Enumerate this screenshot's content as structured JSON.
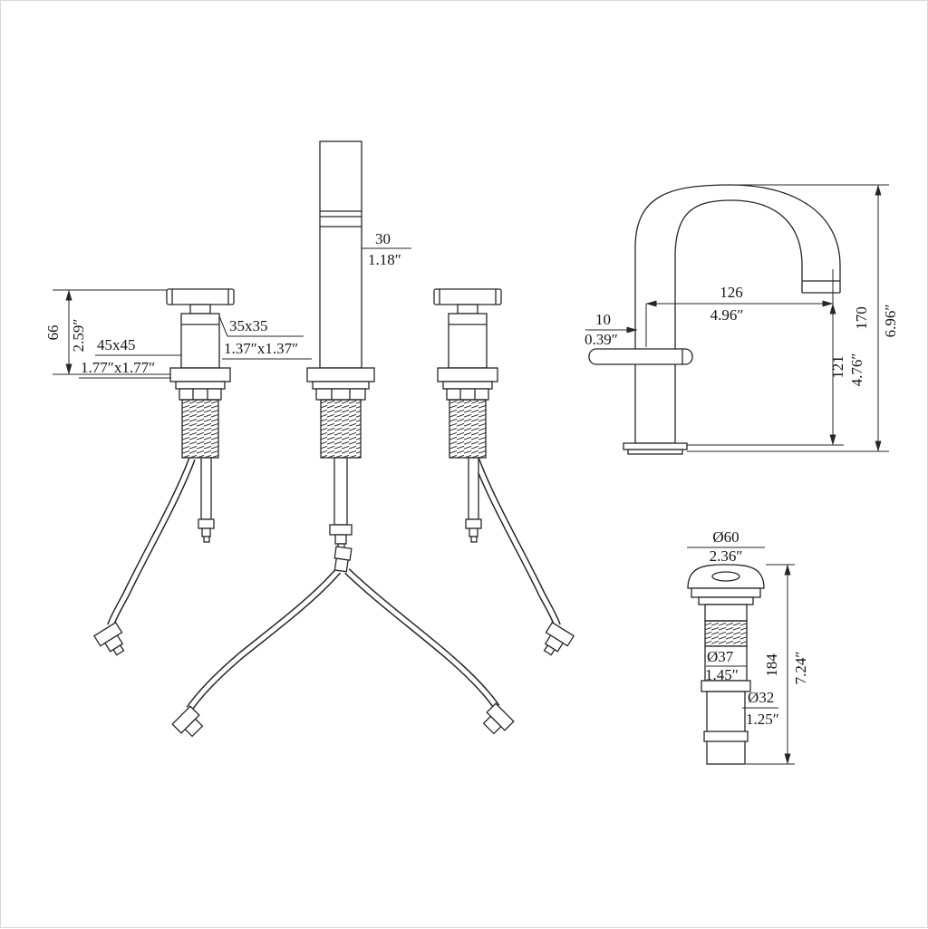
{
  "drawing": {
    "front": {
      "spout_width_mm": "30",
      "spout_width_in": "1.18″",
      "handle_height_mm": "66",
      "handle_height_in": "2.59″",
      "handle_base_mm": "45x45",
      "handle_base_in": "1.77″x1.77″",
      "spout_base_mm": "35x35",
      "spout_base_in": "1.37″x1.37″"
    },
    "side": {
      "reach_mm": "126",
      "reach_in": "4.96″",
      "offset_mm": "10",
      "offset_in": "0.39″",
      "outlet_height_mm": "121",
      "outlet_height_in": "4.76″",
      "overall_height_mm": "170",
      "overall_height_in": "6.96″"
    },
    "drain": {
      "flange_dia_mm": "Ø60",
      "flange_dia_in": "2.36″",
      "body_dia_mm": "Ø37",
      "body_dia_in": "1.45″",
      "tail_dia_mm": "Ø32",
      "tail_dia_in": "1.25″",
      "length_mm": "184",
      "length_in": "7.24″"
    }
  }
}
